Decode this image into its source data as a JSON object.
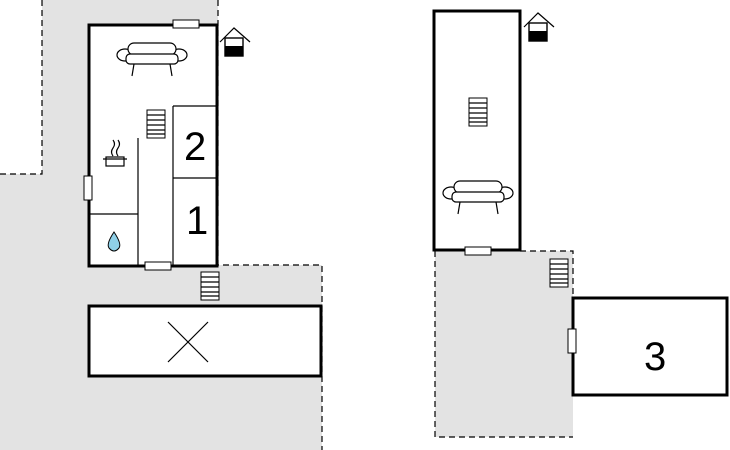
{
  "floorplan": {
    "rooms": [
      {
        "label": "2"
      },
      {
        "label": "1"
      },
      {
        "label": "3"
      }
    ],
    "icons": {
      "sofa": "sofa-icon",
      "stairs": "stairs-icon",
      "kitchen": "cooking-pot-icon",
      "bathroom": "water-drop-icon",
      "house": "house-icon",
      "cross": "cross-icon"
    },
    "colors": {
      "outdoor_area": "#e3e3e3",
      "walls": "#000000",
      "water_drop": "#8fd0e8"
    }
  }
}
